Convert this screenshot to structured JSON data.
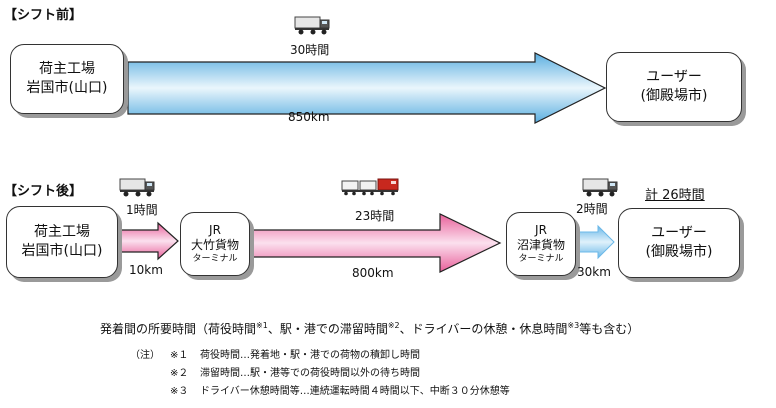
{
  "before": {
    "heading": "【シフト前】",
    "origin": {
      "line1": "荷主工場",
      "line2": "岩国市(山口)"
    },
    "destination": {
      "line1": "ユーザー",
      "line2": "(御殿場市)"
    },
    "time": "30時間",
    "distance": "850km",
    "icon": "truck-icon"
  },
  "after": {
    "heading": "【シフト後】",
    "origin": {
      "line1": "荷主工場",
      "line2": "岩国市(山口)"
    },
    "terminal1": {
      "line1": "JR",
      "line2": "大竹貨物",
      "line3": "ターミナル"
    },
    "terminal2": {
      "line1": "JR",
      "line2": "沼津貨物",
      "line3": "ターミナル"
    },
    "destination": {
      "line1": "ユーザー",
      "line2": "(御殿場市)"
    },
    "leg1": {
      "time": "1時間",
      "distance": "10km",
      "icon": "truck-icon"
    },
    "leg2": {
      "time": "23時間",
      "distance": "800km",
      "icon": "freight-train-icon"
    },
    "leg3": {
      "time": "2時間",
      "distance": "30km",
      "icon": "truck-icon"
    },
    "total": "計 26時間"
  },
  "footnote": {
    "main_a": "発着間の所要時間（荷役時間",
    "sup1": "※1",
    "main_b": "、駅・港での滞留時間",
    "sup2": "※2",
    "main_c": "、ドライバーの休憩・休息時間",
    "sup3": "※3",
    "main_d": "等も含む）",
    "note_prefix": "（注）",
    "note1_mark": "※１",
    "note1_text": "荷役時間…発着地・駅・港での荷物の積卸し時間",
    "note2_mark": "※２",
    "note2_text": "滞留時間…駅・港等での荷役時間以外の待ち時間",
    "note3_mark": "※３",
    "note3_text": "ドライバー休憩時間等…連続運転時間４時間以下、中断３０分休憩等"
  },
  "colors": {
    "blue_arrow_light": "#eaf6fc",
    "blue_arrow_dark": "#5aaee0",
    "pink_arrow_light": "#fbe0ee",
    "pink_arrow_dark": "#e8609a",
    "train_red": "#c8281e"
  }
}
